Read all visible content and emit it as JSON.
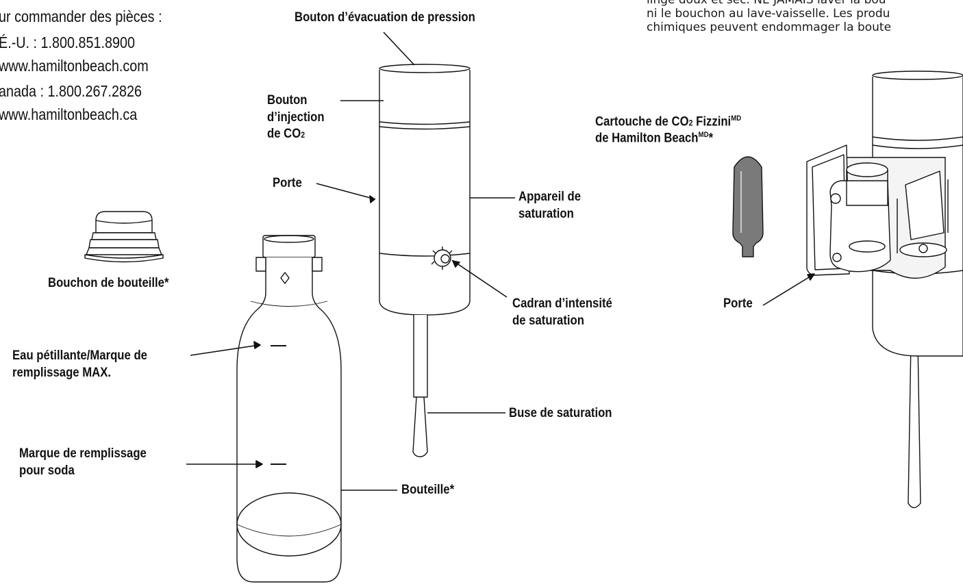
{
  "contact": {
    "heading": "ur commander des pièces :",
    "us_phone": "É.-U. : 1.800.851.8900",
    "us_web": "www.hamiltonbeach.com",
    "ca_phone": "anada : 1.800.267.2826",
    "ca_web": "www.hamiltonbeach.ca"
  },
  "notice": {
    "line1": "linge doux et sec. NE JAMAIS laver la bou",
    "line2": "ni le bouchon au lave-vaisselle. Les produ",
    "line3": "chimiques peuvent endommager la boute"
  },
  "labels": {
    "pressure_release": "Bouton d’évacuation de pression",
    "co2_button_1": "Bouton",
    "co2_button_2": "d’injection",
    "co2_button_3": "de CO",
    "co2_button_sub": "2",
    "door_left": "Porte",
    "saturator_1": "Appareil de",
    "saturator_2": "saturation",
    "dial_1": "Cadran d’intensité",
    "dial_2": "de saturation",
    "nozzle": "Buse de saturation",
    "bottle_cap": "Bouchon de bouteille*",
    "max_fill_1": "Eau pétillante/Marque de",
    "max_fill_2": "remplissage MAX.",
    "soda_fill_1": "Marque de remplissage",
    "soda_fill_2": "pour soda",
    "bottle": "Bouteille*",
    "cartridge_1a": "Cartouche de CO",
    "cartridge_1sub": "2",
    "cartridge_1b": " Fizzini",
    "cartridge_1sup": "MD",
    "cartridge_2a": "de Hamilton Beach",
    "cartridge_2sup": "MD",
    "cartridge_2b": "*",
    "door_right": "Porte"
  }
}
